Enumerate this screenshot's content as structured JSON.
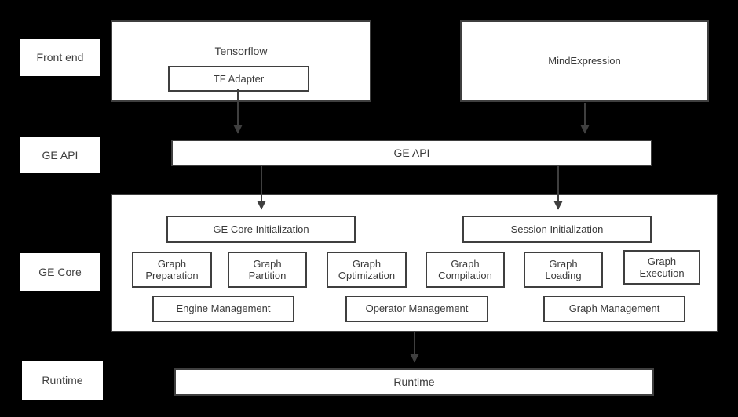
{
  "diagram": {
    "background_color": "#000000",
    "box_fill": "#ffffff",
    "stroke_color": "#3f3f3f",
    "text_color": "#3a3a3a",
    "layer_labels": [
      {
        "id": "front-end",
        "label": "Front end"
      },
      {
        "id": "ge-api",
        "label": "GE API"
      },
      {
        "id": "ge-core",
        "label": "GE Core"
      },
      {
        "id": "runtime",
        "label": "Runtime"
      }
    ],
    "frontend": {
      "tensorflow_title": "Tensorflow",
      "tf_adapter_label": "TF Adapter",
      "mindexpression_label": "MindExpression"
    },
    "ge_api_bar_label": "GE API",
    "ge_core": {
      "core_initialization_label": "GE Core Initialization",
      "session_initialization_label": "Session Initialization",
      "modules": [
        {
          "id": "graph-preparation",
          "label": "Graph\nPreparation"
        },
        {
          "id": "graph-partition",
          "label": "Graph\nPartition"
        },
        {
          "id": "graph-optimization",
          "label": "Graph\nOptimization"
        },
        {
          "id": "graph-compilation",
          "label": "Graph\nCompilation"
        },
        {
          "id": "graph-loading",
          "label": "Graph\nLoading"
        },
        {
          "id": "graph-execution",
          "label": "Graph\nExecution"
        }
      ],
      "management": [
        {
          "id": "engine-management",
          "label": "Engine Management"
        },
        {
          "id": "operator-management",
          "label": "Operator Management"
        },
        {
          "id": "graph-management",
          "label": "Graph Management"
        }
      ]
    },
    "runtime_bar_label": "Runtime"
  }
}
